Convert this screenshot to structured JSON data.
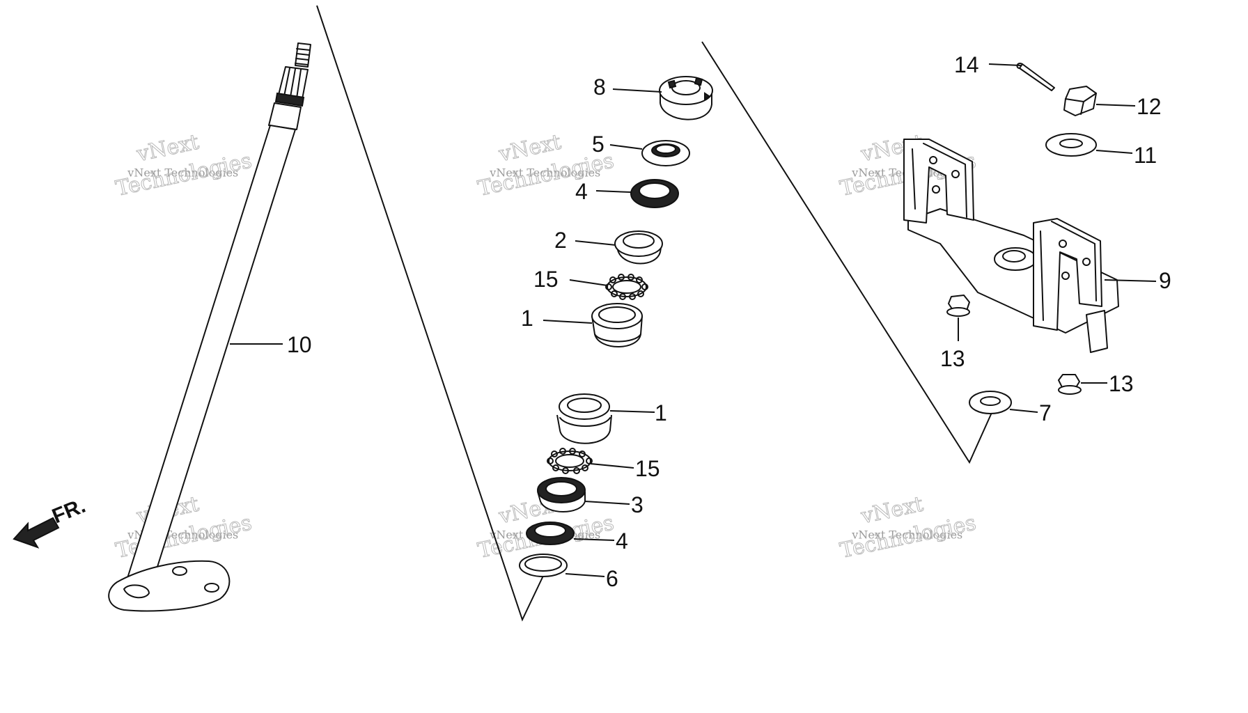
{
  "callouts": {
    "shaft": "10",
    "upper_nut": "8",
    "upper_dust_seal": "5",
    "upper_seal_top": "4",
    "upper_race": "2",
    "upper_balls": "15",
    "upper_cup": "1",
    "lower_cup": "1",
    "lower_balls": "15",
    "lower_race": "3",
    "lower_seal": "4",
    "lower_washer": "6",
    "cotter_pin": "14",
    "castle_nut": "12",
    "washer_top": "11",
    "bracket": "9",
    "flange_nut_left": "13",
    "flange_nut_right": "13",
    "washer_bottom": "7"
  },
  "direction_arrow": {
    "label": "FR.",
    "icon": "front-arrow-icon"
  },
  "watermark": {
    "line1": "vNext",
    "line2": "vNext Technologies",
    "line3": "Technologies"
  },
  "colors": {
    "ink": "#111111",
    "watermark": "#9a9a9a"
  }
}
